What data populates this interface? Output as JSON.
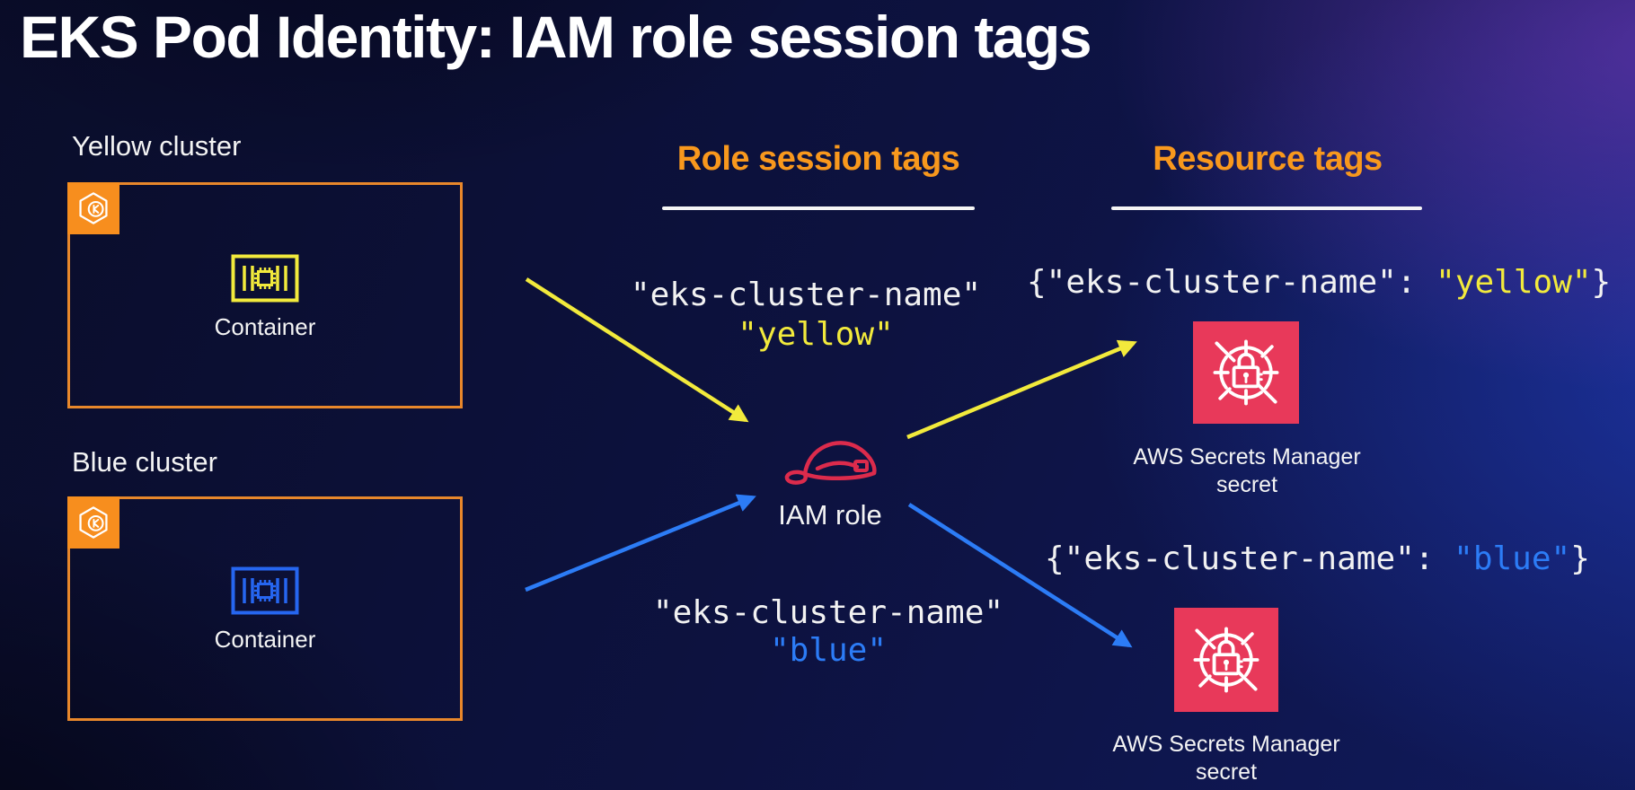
{
  "title": "EKS Pod Identity: IAM role session tags",
  "clusters": [
    {
      "label": "Yellow cluster",
      "container_label": "Container"
    },
    {
      "label": "Blue cluster",
      "container_label": "Container"
    }
  ],
  "headings": {
    "role_session_tags": "Role session tags",
    "resource_tags": "Resource tags"
  },
  "iam_role": {
    "label": "IAM role"
  },
  "session_tags": [
    {
      "key": "\"eks-cluster-name\"",
      "value": "\"yellow\""
    },
    {
      "key": "\"eks-cluster-name\"",
      "value": "\"blue\""
    }
  ],
  "resource_tags": [
    {
      "prefix": "{\"eks-cluster-name\": ",
      "value": "\"yellow\"",
      "suffix": "}",
      "caption_line1": "AWS Secrets Manager",
      "caption_line2": "secret"
    },
    {
      "prefix": "{\"eks-cluster-name\": ",
      "value": "\"blue\"",
      "suffix": "}",
      "caption_line1": "AWS Secrets Manager",
      "caption_line2": "secret"
    }
  ],
  "colors": {
    "background_navy": "#0D1240",
    "accent_orange": "#F8981D",
    "cluster_border_orange": "#E8872B",
    "eks_badge_orange": "#F78E1E",
    "yellow": "#F2EA3C",
    "blue": "#2C7CF6",
    "container_blue": "#2666F0",
    "iam_crimson": "#DC2B4C",
    "secrets_red": "#E8395A",
    "white": "#FFFFFF"
  }
}
